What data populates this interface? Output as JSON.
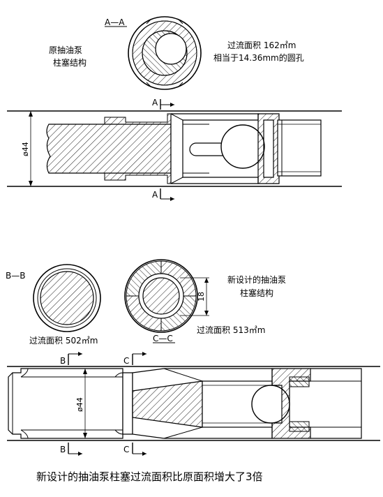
{
  "original": {
    "section_label": "A—A",
    "title_line1": "原抽油泵",
    "title_line2": "柱塞结构",
    "flow_area": "过流面积  162㎡m",
    "equivalent": "相当于14.36mm的圆孔",
    "diameter": "ø44",
    "cut_label": "A"
  },
  "new_design": {
    "section_b_label": "B—B",
    "section_c_label": "C—C",
    "title_line1": "新设计的抽油泵",
    "title_line2": "柱塞结构",
    "flow_area_b": "过流面积  502㎡m",
    "flow_area_c": "过流面积  513㎡m",
    "dimension_18": "18",
    "diameter": "ø44",
    "cut_b": "B",
    "cut_c": "C"
  },
  "caption": "新设计的抽油泵柱塞过流面积比原面积增大了3倍"
}
